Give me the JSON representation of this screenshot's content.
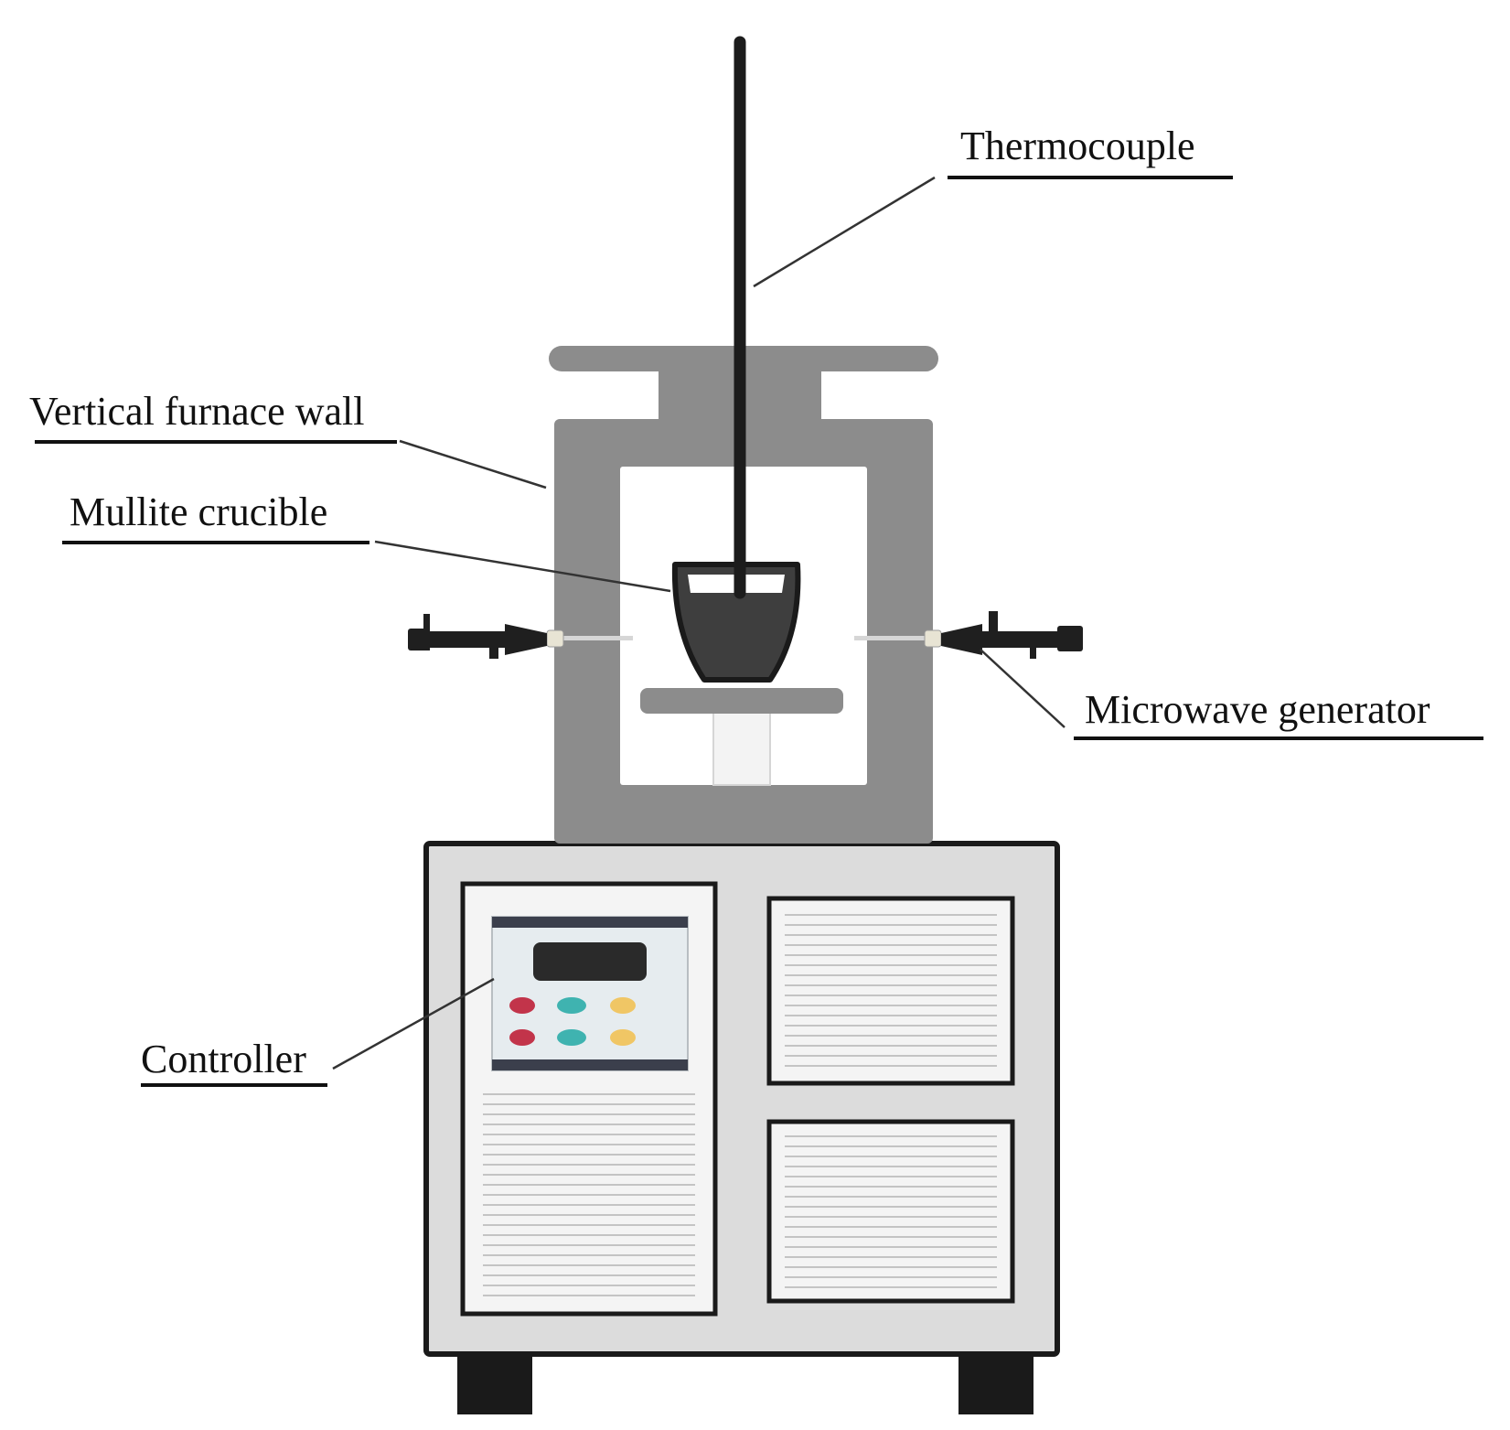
{
  "labels": {
    "thermocouple": "Thermocouple",
    "furnace_wall": "Vertical furnace wall",
    "crucible": "Mullite crucible",
    "microwave": "Microwave generator",
    "controller": "Controller"
  },
  "colors": {
    "furnace_gray": "#8c8c8c",
    "cabinet_fill": "#dcdcdc",
    "panel_fill": "#f4f4f4",
    "outline": "#1a1a1a",
    "rod": "#1c1c1c",
    "crucible_fill": "#3e3e3e",
    "button_red": "#c2344a",
    "button_teal": "#3fb3b0",
    "button_yellow": "#f0c665"
  }
}
